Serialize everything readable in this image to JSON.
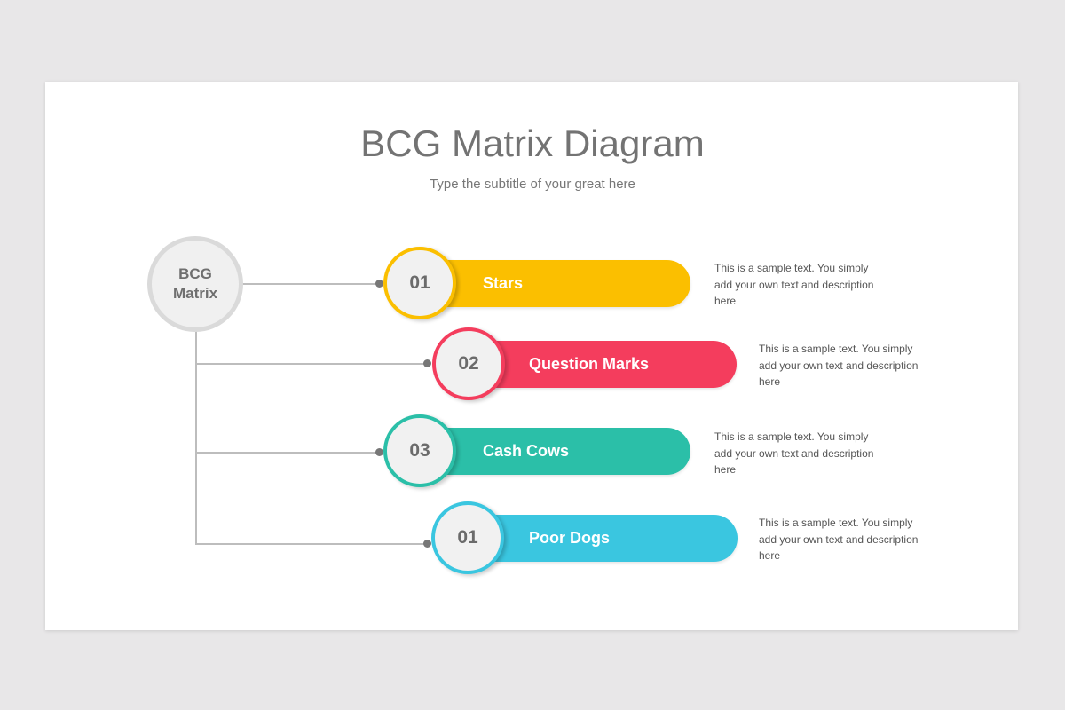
{
  "title": "BCG Matrix Diagram",
  "subtitle": "Type the subtitle of your great here",
  "hub": {
    "line1": "BCG",
    "line2": "Matrix"
  },
  "items": [
    {
      "number": "01",
      "label": "Stars",
      "color": "#fbbf00",
      "description": "This is a sample text. You simply add your own text and description here"
    },
    {
      "number": "02",
      "label": "Question Marks",
      "color": "#f43d5d",
      "description": "This is a sample text. You simply add your own text and description here"
    },
    {
      "number": "03",
      "label": "Cash Cows",
      "color": "#2bbfa8",
      "description": "This is a sample text. You simply add your own text and description here"
    },
    {
      "number": "01",
      "label": "Poor Dogs",
      "color": "#3ac6e0",
      "description": "This is a sample text. You simply add your own text and description here"
    }
  ]
}
